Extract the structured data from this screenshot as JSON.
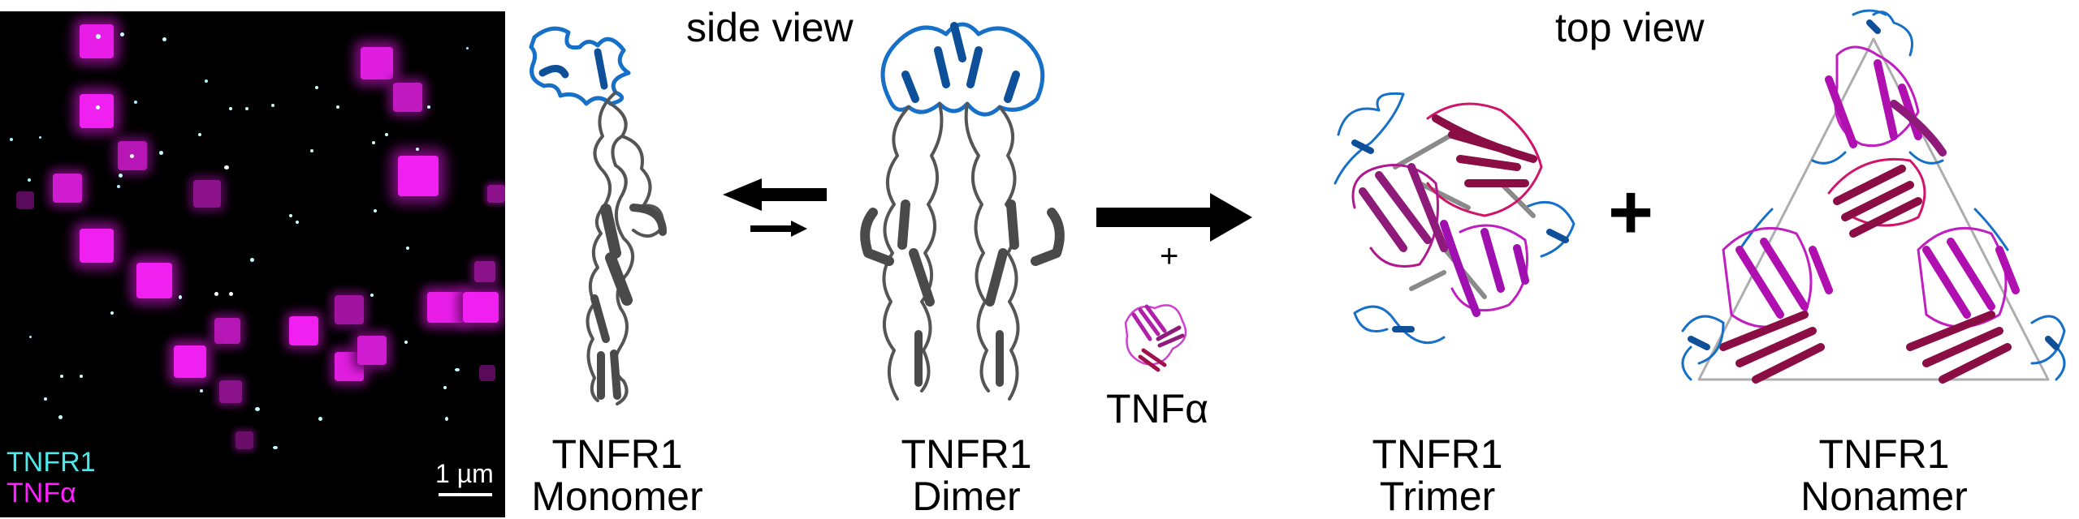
{
  "figure": {
    "microscopy_panel": {
      "legend": [
        {
          "label": "TNFR1",
          "color": "#4fe8e8"
        },
        {
          "label": "TNFα",
          "color": "#ff1fff"
        }
      ],
      "scale_bar": {
        "label": "1 µm"
      },
      "background_color": "#000000"
    },
    "views": {
      "side_view": "side view",
      "top_view": "top view"
    },
    "structures": [
      {
        "id": "monomer",
        "line1": "TNFR1",
        "line2": "Monomer",
        "view": "side view"
      },
      {
        "id": "dimer",
        "line1": "TNFR1",
        "line2": "Dimer",
        "view": "side view"
      },
      {
        "id": "tnfa",
        "line1": "TNFα",
        "view": "top view"
      },
      {
        "id": "trimer",
        "line1": "TNFR1",
        "line2": "Trimer",
        "view": "top view"
      },
      {
        "id": "nonamer",
        "line1": "TNFR1",
        "line2": "Nonamer",
        "view": "top view"
      }
    ],
    "operators": {
      "plus_small": "+",
      "plus_large": "+"
    },
    "colors": {
      "receptor_domain_blue": "#1670c8",
      "receptor_gray": "#555555",
      "tnf_magenta": "#c01ec0",
      "tnf_crimson": "#b0104a",
      "tnf_purple": "#8e1a7a"
    }
  }
}
